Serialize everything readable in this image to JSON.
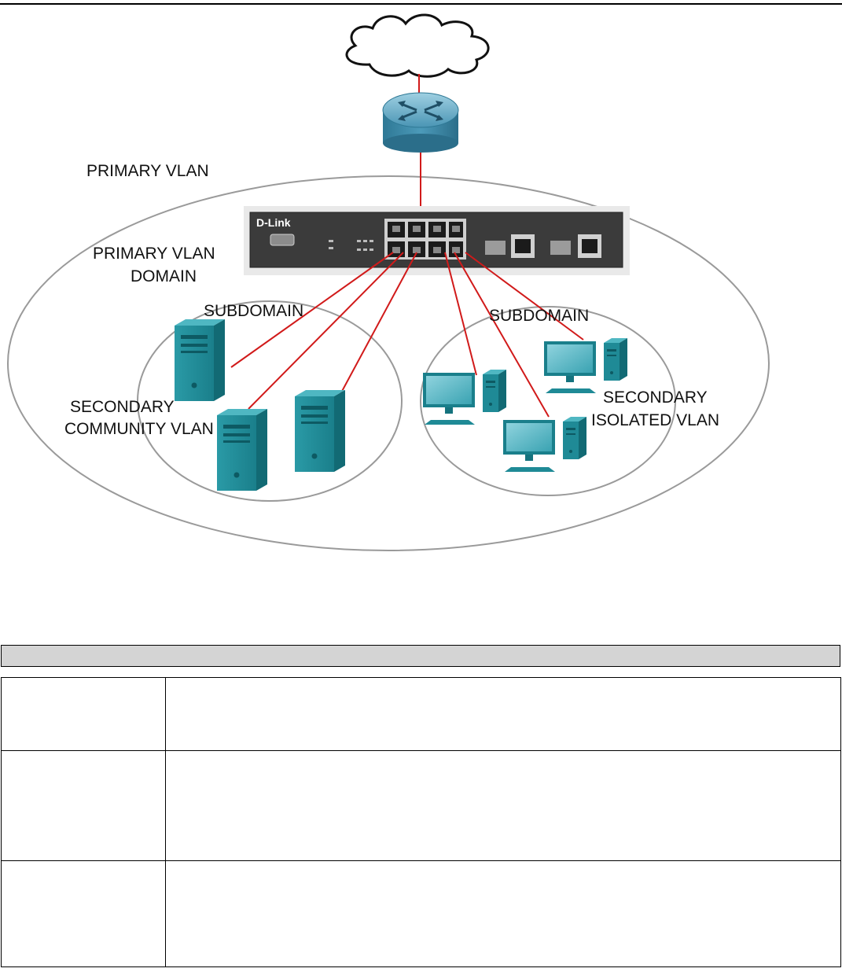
{
  "diagram": {
    "labels": {
      "primary_vlan": "PRIMARY VLAN",
      "primary_vlan_domain_1": "PRIMARY VLAN",
      "primary_vlan_domain_2": "DOMAIN",
      "subdomain_left": "SUBDOMAIN",
      "subdomain_right": "SUBDOMAIN",
      "community_1": "SECONDARY",
      "community_2": "COMMUNITY VLAN",
      "isolated_1": "SECONDARY",
      "isolated_2": "ISOLATED VLAN"
    },
    "switch_brand": "D-Link",
    "colors": {
      "link": "#d11a1a",
      "ellipse": "#9a9a9a",
      "device": "#1f8a96",
      "router": "#3a8aa8"
    }
  },
  "table": {
    "header": "",
    "rows": [
      {
        "name": "",
        "description": ""
      },
      {
        "name": "",
        "description": ""
      },
      {
        "name": "",
        "description": ""
      }
    ]
  }
}
